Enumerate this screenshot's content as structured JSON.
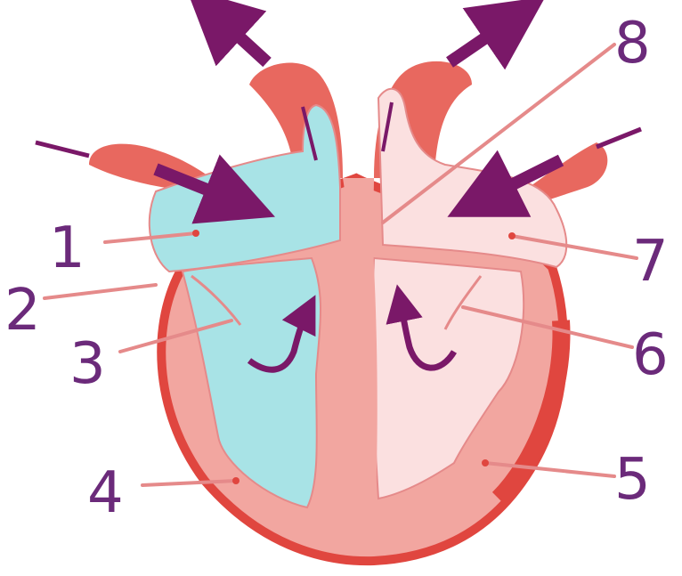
{
  "labels": [
    {
      "id": "1",
      "text": "1"
    },
    {
      "id": "2",
      "text": "2"
    },
    {
      "id": "3",
      "text": "3"
    },
    {
      "id": "4",
      "text": "4"
    },
    {
      "id": "5",
      "text": "5"
    },
    {
      "id": "6",
      "text": "6"
    },
    {
      "id": "7",
      "text": "7"
    },
    {
      "id": "8",
      "text": "8"
    }
  ],
  "colors": {
    "muscle": "#f2a6a0",
    "muscle_dark": "#e0463f",
    "vessel": "#e8685f",
    "deoxygenated": "#a8e3e6",
    "oxygenated": "#fbe0e0",
    "arrow": "#7a1868",
    "label": "#6b2a7a",
    "leader": "#e58a8a"
  },
  "icons": [
    "blood-flow-arrow"
  ]
}
